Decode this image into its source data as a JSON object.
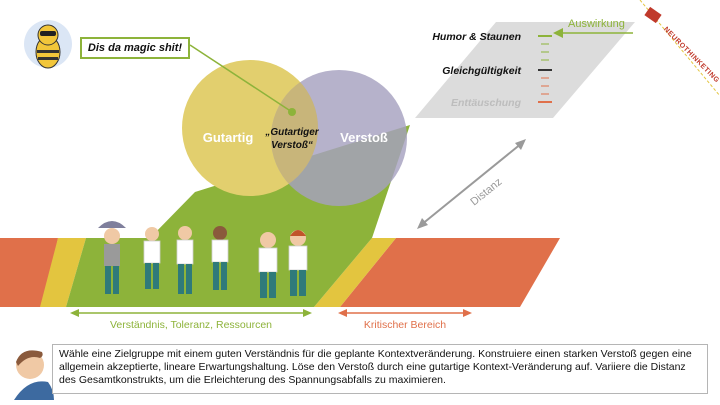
{
  "callout": {
    "text": "Dis da magic shit!"
  },
  "venn": {
    "left_label": "Gutartig",
    "right_label": "Verstoß",
    "overlap_label_line1": "„Gutartiger",
    "overlap_label_line2": "Verstoß“"
  },
  "scale": {
    "title": "Auswirkung",
    "levels": [
      "Humor & Staunen",
      "Gleichgültigkeit",
      "Enttäuschung"
    ]
  },
  "distance_label": "Distanz",
  "zones": {
    "understanding_label": "Verständnis, Toleranz, Ressourcen",
    "critical_label": "Kritischer Bereich"
  },
  "logo": {
    "text": "NEUROTHINKETING"
  },
  "description": {
    "text": "Wähle eine Zielgruppe mit einem guten Verständnis für die geplante Kontextveränderung. Konstruiere einen starken Verstoß gegen eine allgemein akzeptierte, lineare Erwartungshaltung.  Löse den Verstoß durch eine gutartige Kontext-Veränderung auf. Variiere die Distanz des Gesamtkonstrukts, um die Erleichterung des Spannungsabfalls zu maximieren."
  },
  "colors": {
    "green": "#8db33a",
    "yellow": "#e3c53f",
    "orange": "#e0704a",
    "venn_left": "#e2cf6e",
    "venn_right": "#a6a1c0",
    "venn_overlap": "#c8b57a",
    "gray_plane": "#dcdcdc",
    "scale_green": "#8db33a",
    "scale_dark": "#333333",
    "scale_red": "#e0704a"
  }
}
